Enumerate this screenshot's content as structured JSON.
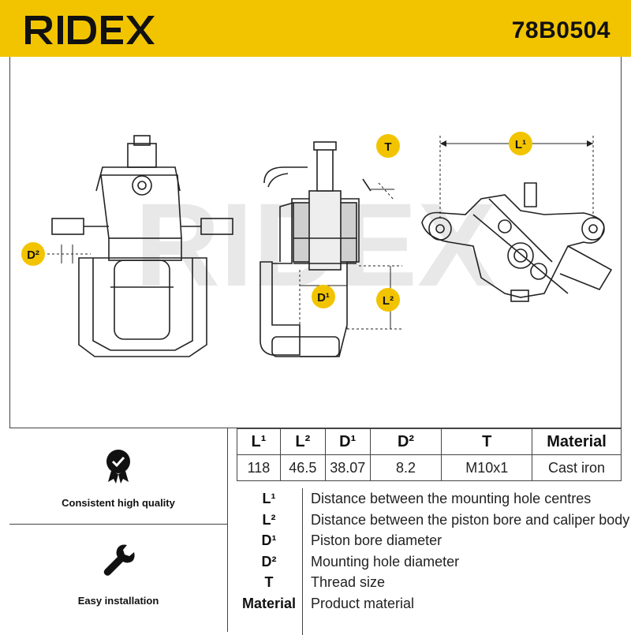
{
  "header": {
    "brand": "RIDEX",
    "part_number": "78B0504"
  },
  "drawing": {
    "labels": {
      "t": "T",
      "l1": "L¹",
      "l2": "L²",
      "d1": "D¹",
      "d2": "D²"
    },
    "watermark": "RIDEX"
  },
  "features": [
    {
      "icon": "quality-check-icon",
      "label": "Consistent high quality"
    },
    {
      "icon": "wrench-icon",
      "label": "Easy installation"
    }
  ],
  "specs": {
    "headers": [
      "L¹",
      "L²",
      "D¹",
      "D²",
      "T",
      "Material"
    ],
    "values": [
      "118",
      "46.5",
      "38.07",
      "8.2",
      "M10x1",
      "Cast iron"
    ]
  },
  "legend": [
    {
      "key": "L¹",
      "desc": "Distance between the mounting hole centres"
    },
    {
      "key": "L²",
      "desc": "Distance between the piston bore and caliper body"
    },
    {
      "key": "D¹",
      "desc": "Piston bore diameter"
    },
    {
      "key": "D²",
      "desc": "Mounting hole diameter"
    },
    {
      "key": "T",
      "desc": "Thread size"
    },
    {
      "key": "Material",
      "desc": "Product material"
    }
  ],
  "colors": {
    "brand_yellow": "#f2c400",
    "ink": "#111111",
    "watermark": "#e6e6e6"
  }
}
